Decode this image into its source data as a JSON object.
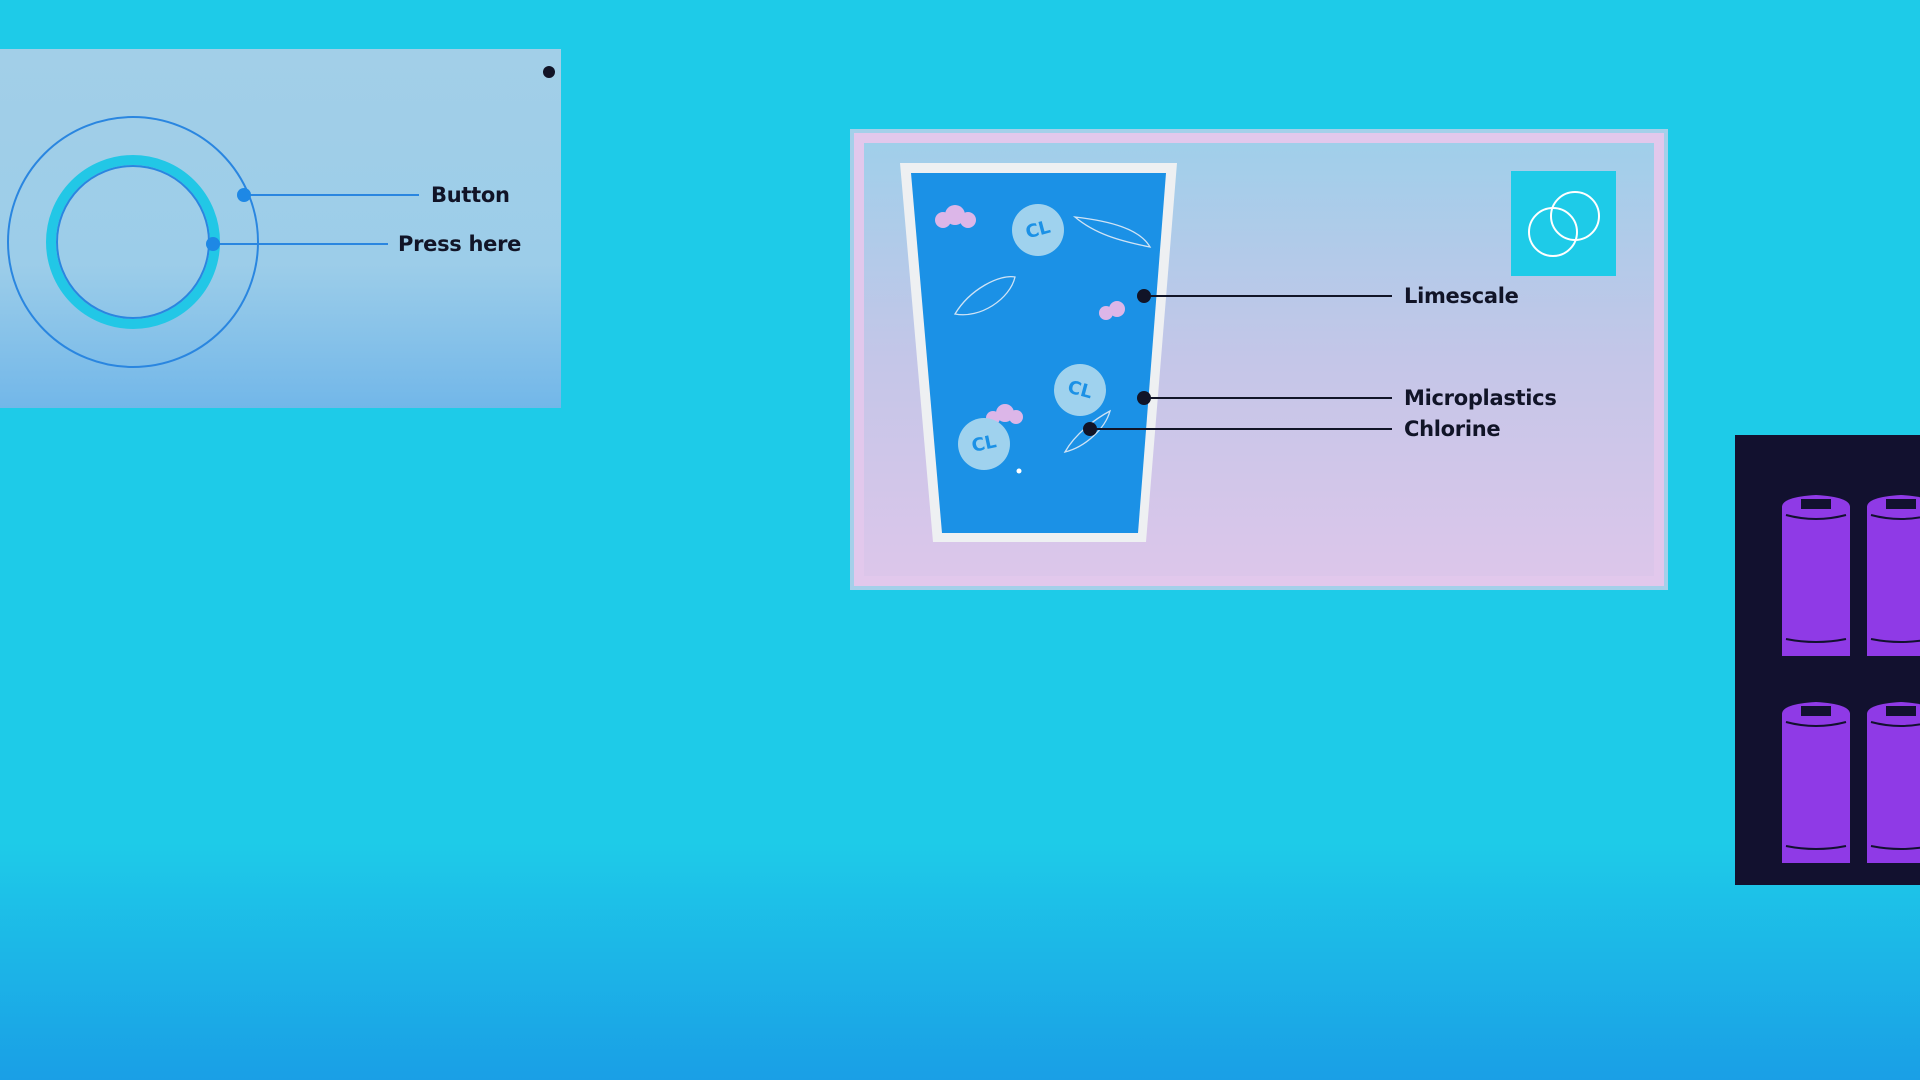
{
  "button_diagram": {
    "labels": {
      "button": "Button",
      "press_here": "Press here"
    },
    "colors": {
      "ring": "#22c7e6",
      "line": "#1e88e5",
      "dot": "#111427"
    }
  },
  "water_glass_diagram": {
    "labels": {
      "limescale": "Limescale",
      "microplastics": "Microplastics",
      "chlorine": "Chlorine"
    },
    "chlorine_badges": [
      "CL",
      "CL",
      "CL"
    ],
    "icon": "overlapping-rings-icon",
    "colors": {
      "water": "#1b91e6",
      "limescale": "#dcb6e8",
      "frame": "#e2c8ec"
    }
  },
  "battery_panel": {
    "icon": "battery-icon",
    "colors": {
      "battery": "#8f3ae6",
      "background": "#12112f"
    }
  }
}
